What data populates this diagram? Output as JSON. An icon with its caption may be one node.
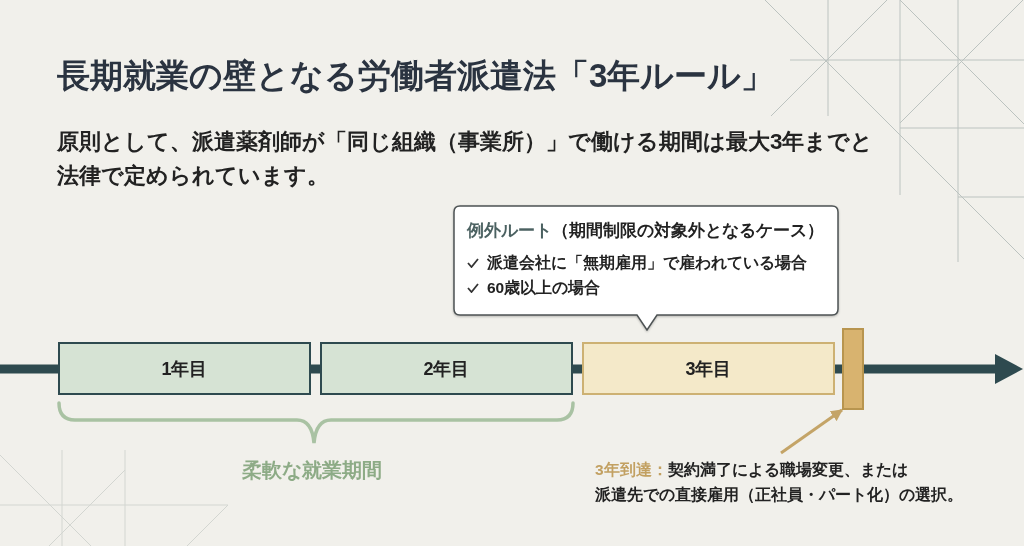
{
  "diagram": {
    "title": "長期就業の壁となる労働者派遣法「3年ルール」",
    "nodes": [
      {
        "text": [
          "1年目"
        ]
      },
      {
        "text": [
          "2年目"
        ]
      },
      {
        "text": [
          "3年目"
        ]
      },
      {
        "text": [
          "例外ルート",
          "（期間制限の対象外となるケース）",
          "派遣会社に「無期雇用」で雇われている場合",
          "60歳以上の場合"
        ]
      },
      {
        "text": [],
        "shape": "bar"
      },
      {
        "text": [
          "3年到達：",
          "契約満了による職場変更、または派遣先での直接雇用（正社員・パート化）の選択。"
        ]
      }
    ],
    "edges": [
      {
        "from": 5,
        "to": 4,
        "arrow": "to"
      }
    ],
    "labels": [
      "原則として、派遣薬剤師が「同じ組織（事業所）」で働ける期間は最大3年までと法律で定められています。",
      "柔軟な就業期間"
    ]
  }
}
